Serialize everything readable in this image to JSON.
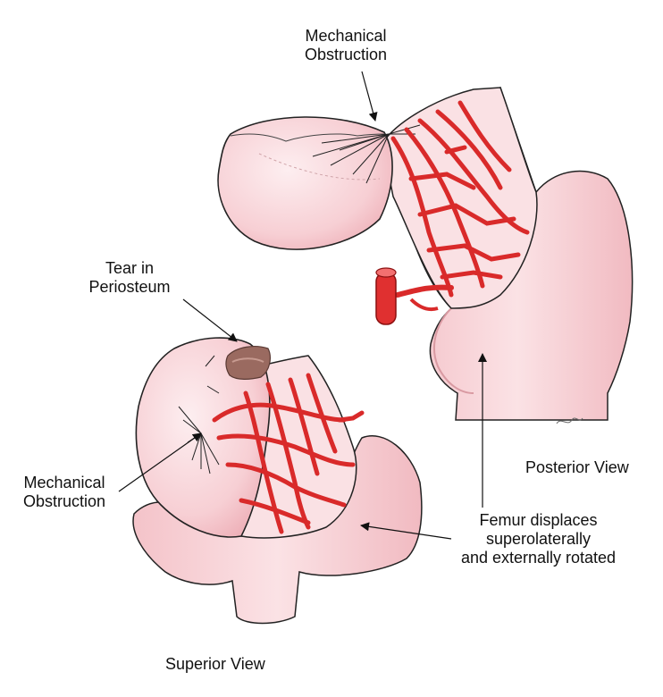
{
  "labels": {
    "mech_top": {
      "line1": "Mechanical",
      "line2": "Obstruction"
    },
    "tear": {
      "line1": "Tear in",
      "line2": "Periosteum"
    },
    "mech_left": {
      "line1": "Mechanical",
      "line2": "Obstruction"
    },
    "posterior_view": "Posterior View",
    "femur_displaces": {
      "line1": "Femur displaces",
      "line2": "superolaterally",
      "line3": "and externally rotated"
    },
    "superior_view": "Superior View"
  },
  "colors": {
    "bone_fill": "#f9d9dc",
    "bone_shade": "#f0b8bf",
    "vessel": "#d92a2a",
    "vessel_dark": "#a81616",
    "outline": "#222222"
  }
}
